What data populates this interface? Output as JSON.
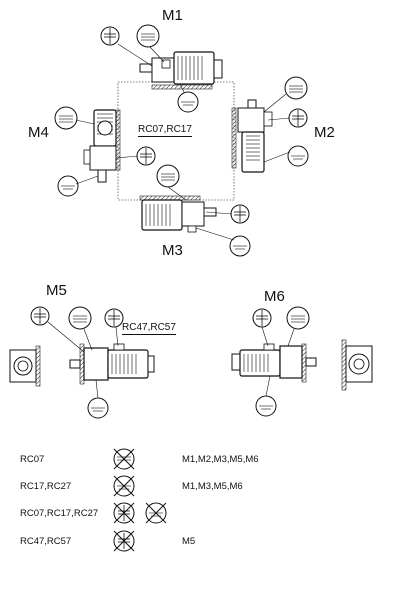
{
  "mounting_positions": {
    "m1": "M1",
    "m2": "M2",
    "m3": "M3",
    "m4": "M4",
    "m5": "M5",
    "m6": "M6"
  },
  "group_labels": {
    "upper": "RC07,RC17",
    "lower": "RC47,RC57"
  },
  "legend": [
    {
      "model": "RC07",
      "positions": "M1,M2,M3,M5,M6"
    },
    {
      "model": "RC17,RC27",
      "positions": "M1,M3,M5,M6"
    },
    {
      "model": "RC07,RC17,RC27",
      "positions": ""
    },
    {
      "model": "RC47,RC57",
      "positions": "M5"
    }
  ]
}
